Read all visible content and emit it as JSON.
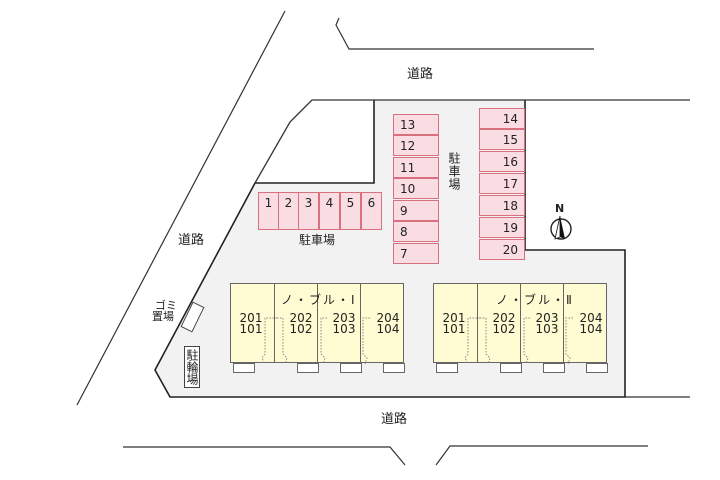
{
  "map": {
    "type": "site_layout_plan",
    "colors": {
      "lot_fill": "#f2f2f2",
      "parking_fill": "#f9dde3",
      "parking_border": "#d9707f",
      "building_fill": "#fffbd2",
      "line": "#333333"
    },
    "roads": {
      "top": "道路",
      "left": "道路",
      "bottom": "道路"
    },
    "parking_areas": {
      "label_west": "駐車場",
      "label_center": "駐車場",
      "row_horizontal": [
        "1",
        "2",
        "3",
        "4",
        "5",
        "6"
      ],
      "column_center": [
        "13",
        "12",
        "11",
        "10",
        "9",
        "8",
        "7"
      ],
      "column_east": [
        "14",
        "15",
        "16",
        "17",
        "18",
        "19",
        "20"
      ]
    },
    "facilities": {
      "garbage": "ゴミ置場",
      "garbage_line1": "ゴミ",
      "garbage_line2": "置場",
      "bicycle": "駐輪場"
    },
    "compass": {
      "label": "N",
      "icon": "north-arrow-icon"
    },
    "buildings": [
      {
        "name": "ノ・ブル・Ⅰ",
        "units": [
          {
            "upper": "201",
            "lower": "101"
          },
          {
            "upper": "202",
            "lower": "102"
          },
          {
            "upper": "203",
            "lower": "103"
          },
          {
            "upper": "204",
            "lower": "104"
          }
        ]
      },
      {
        "name": "ノ・ブル・Ⅱ",
        "units": [
          {
            "upper": "201",
            "lower": "101"
          },
          {
            "upper": "202",
            "lower": "102"
          },
          {
            "upper": "203",
            "lower": "103"
          },
          {
            "upper": "204",
            "lower": "104"
          }
        ]
      }
    ]
  }
}
